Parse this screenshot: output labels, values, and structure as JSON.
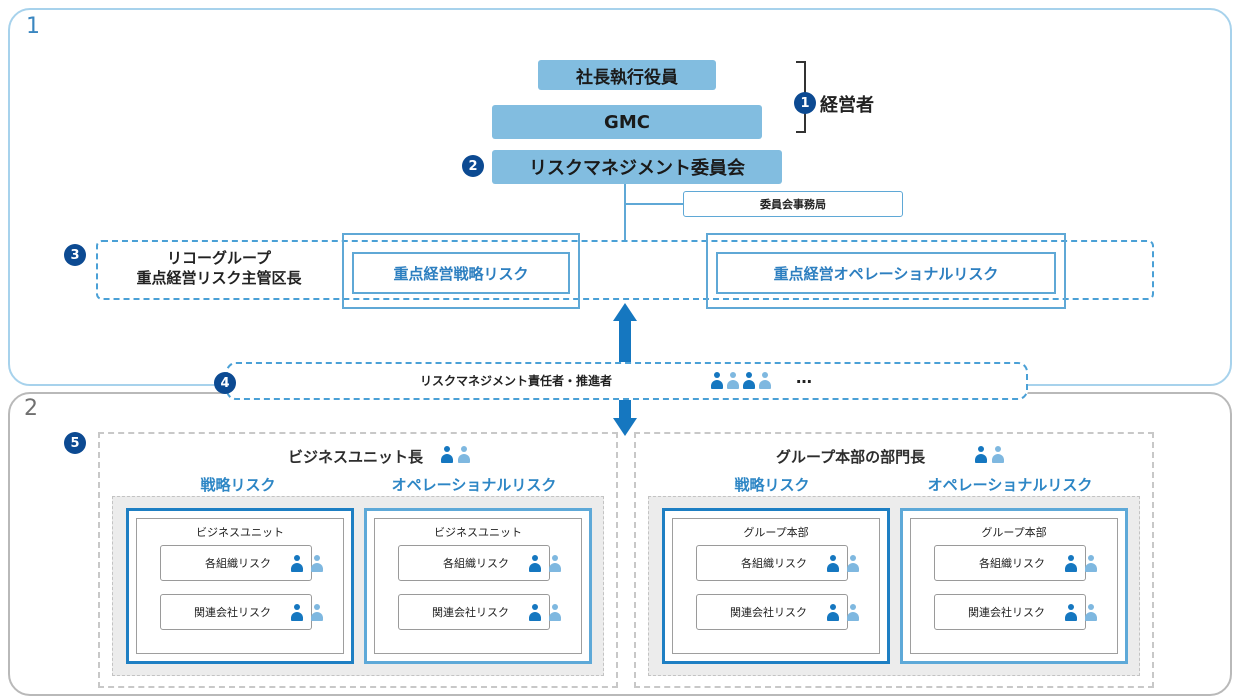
{
  "frames": {
    "one": "1",
    "two": "2"
  },
  "governance": {
    "ceo": "社長執行役員",
    "gmc": "GMC",
    "committee": "リスクマネジメント委員会",
    "secretariat": "委員会事務局",
    "management_label": "経営者"
  },
  "badges": [
    "1",
    "2",
    "3",
    "4",
    "5"
  ],
  "group": {
    "title_line1": "リコーグループ",
    "title_line2": "重点経営リスク主管区長",
    "strategic_risk": "重点経営戦略リスク",
    "operational_risk": "重点経営オペレーショナルリスク"
  },
  "promoters": {
    "label": "リスクマネジメント責任者・推進者",
    "ellipsis": "…"
  },
  "bottom": {
    "left": {
      "title": "ビジネスユニット長",
      "col1_head": "戦略リスク",
      "col2_head": "オペレーショナルリスク",
      "card_title": "ビジネスユニット",
      "item1": "各組織リスク",
      "item2": "関連会社リスク"
    },
    "right": {
      "title": "グループ本部の部門長",
      "col1_head": "戦略リスク",
      "col2_head": "オペレーショナルリスク",
      "card_title": "グループ本部",
      "item1": "各組織リスク",
      "item2": "関連会社リスク"
    }
  },
  "colors": {
    "dark_person": "#1577c0",
    "light_person": "#7fb8e0",
    "badge": "#0c4a92",
    "accent_blue": "#2d86c5"
  },
  "icons": [
    "person-icon",
    "bracket-icon",
    "double-arrow-icon"
  ]
}
